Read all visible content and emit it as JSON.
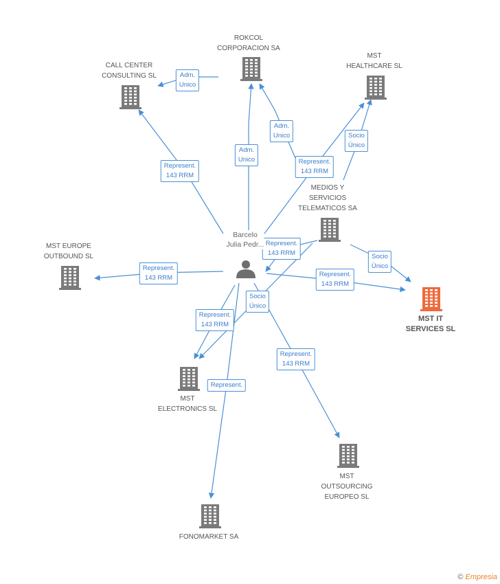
{
  "colors": {
    "edge": "#4a8fd6",
    "building": "#7a7a7a",
    "highlight": "#ef6a3c",
    "person": "#6e6e6e"
  },
  "person": {
    "name": "Barcelo\nJulia Pedr..."
  },
  "companies": [
    {
      "id": "rokcol",
      "label": "ROKCOL\nCORPORACION SA"
    },
    {
      "id": "callcenter",
      "label": "CALL CENTER\nCONSULTING SL"
    },
    {
      "id": "healthcare",
      "label": "MST\nHEALTHCARE SL"
    },
    {
      "id": "medios",
      "label": "MEDIOS Y\nSERVICIOS\nTELEMATICOS SA"
    },
    {
      "id": "europe",
      "label": "MST EUROPE\nOUTBOUND SL"
    },
    {
      "id": "mstit",
      "label": "MST IT\nSERVICES SL"
    },
    {
      "id": "electronics",
      "label": "MST\nELECTRONICS SL"
    },
    {
      "id": "outsourcing",
      "label": "MST\nOUTSOURCING\nEUROPEO SL"
    },
    {
      "id": "fonomarket",
      "label": "FONOMARKET SA"
    }
  ],
  "edges": [
    {
      "label": "Adm.\nUnico"
    },
    {
      "label": "Adm.\nUnico"
    },
    {
      "label": "Adm.\nUnico"
    },
    {
      "label": "Socio\nÚnico"
    },
    {
      "label": "Represent.\n143 RRM"
    },
    {
      "label": "Represent.\n143 RRM"
    },
    {
      "label": "Represent.\n143 RRM"
    },
    {
      "label": "Represent.\n143 RRM"
    },
    {
      "label": "Socio\nÚnico"
    },
    {
      "label": "Represent.\n143 RRM"
    },
    {
      "label": "Socio\nÚnico"
    },
    {
      "label": "Represent.\n143 RRM"
    },
    {
      "label": "Represent.\n143 RRM"
    },
    {
      "label": "Represent."
    }
  ],
  "footer": {
    "copyright": "©",
    "brand": "Empresia"
  }
}
